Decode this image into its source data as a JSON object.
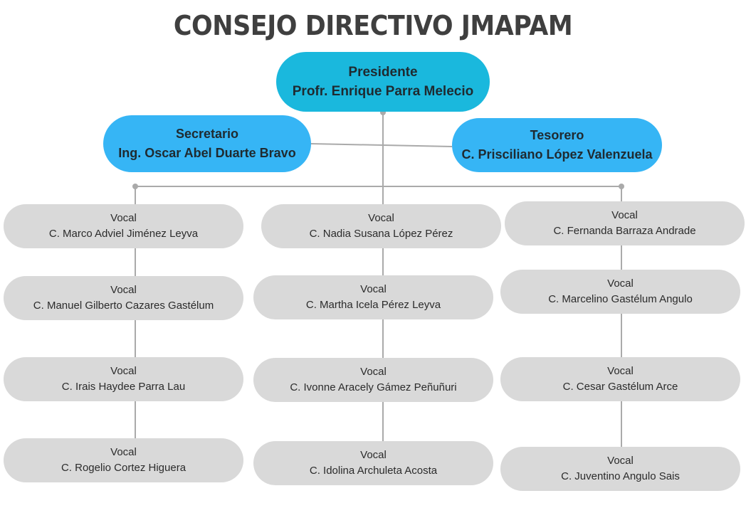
{
  "title": "CONSEJO DIRECTIVO JMAPAM",
  "colors": {
    "presidente": "#1ab8dd",
    "officers": "#36b5f5",
    "vocales": "#d9d9d9",
    "connectors": "#aaaaaa",
    "title_text": "#3f3f3f"
  },
  "presidente": {
    "role": "Presidente",
    "name": "Profr. Enrique Parra Melecio"
  },
  "secretario": {
    "role": "Secretario",
    "name": "Ing. Oscar Abel Duarte Bravo"
  },
  "tesorero": {
    "role": "Tesorero",
    "name": "C. Prisciliano López Valenzuela"
  },
  "vocales": {
    "left": [
      {
        "role": "Vocal",
        "name": "C. Marco Adviel Jiménez Leyva"
      },
      {
        "role": "Vocal",
        "name": "C. Manuel Gilberto Cazares Gastélum"
      },
      {
        "role": "Vocal",
        "name": "C. Irais Haydee Parra Lau"
      },
      {
        "role": "Vocal",
        "name": "C. Rogelio Cortez Higuera"
      }
    ],
    "center": [
      {
        "role": "Vocal",
        "name": "C. Nadia Susana López Pérez"
      },
      {
        "role": "Vocal",
        "name": "C. Martha Icela Pérez Leyva"
      },
      {
        "role": "Vocal",
        "name": "C. Ivonne Aracely Gámez Peñuñuri"
      },
      {
        "role": "Vocal",
        "name": "C. Idolina Archuleta Acosta"
      }
    ],
    "right": [
      {
        "role": "Vocal",
        "name": "C. Fernanda Barraza Andrade"
      },
      {
        "role": "Vocal",
        "name": "C. Marcelino Gastélum Angulo"
      },
      {
        "role": "Vocal",
        "name": "C. Cesar Gastélum Arce"
      },
      {
        "role": "Vocal",
        "name": "C. Juventino Angulo Sais"
      }
    ]
  }
}
